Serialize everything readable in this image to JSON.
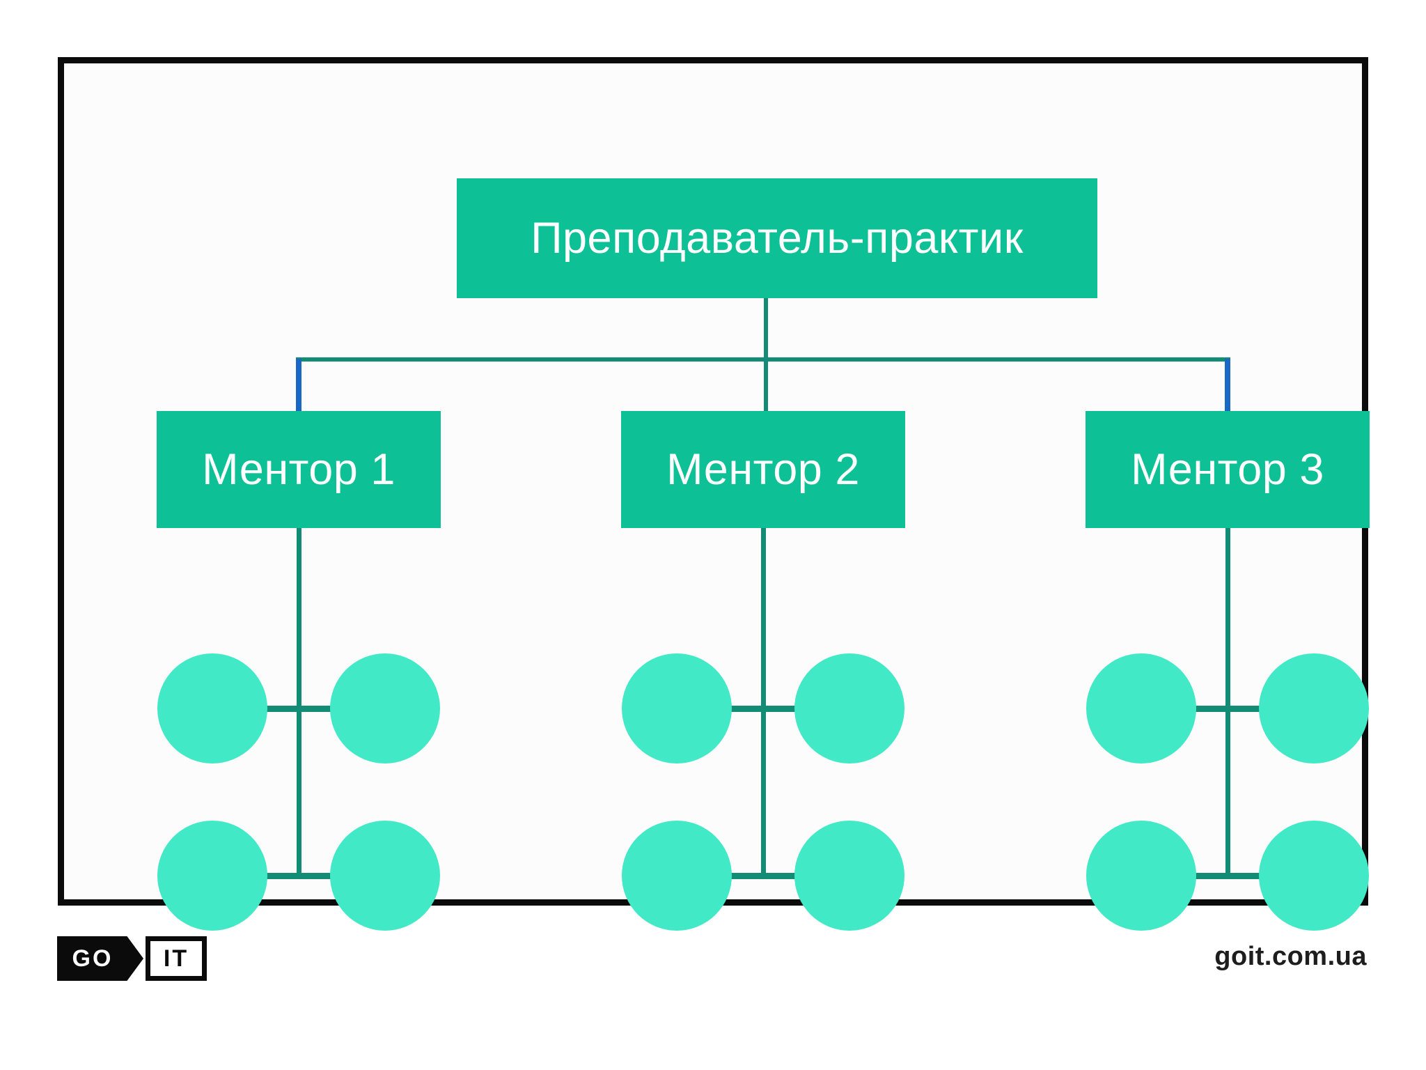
{
  "diagram": {
    "root": {
      "label": "Преподаватель-практик"
    },
    "mentors": [
      {
        "label": "Ментор 1",
        "students": 4
      },
      {
        "label": "Ментор 2",
        "students": 4
      },
      {
        "label": "Ментор 3",
        "students": 4
      }
    ]
  },
  "footer": {
    "logo_go": "GO",
    "logo_it": "IT",
    "website": "goit.com.ua"
  },
  "colors": {
    "node_fill": "#0dc096",
    "student_circle_fill": "#41e9c6",
    "connector_green": "#128c74",
    "connector_blue": "#1b67c6",
    "frame_border": "#0b0b0b",
    "node_text": "#ffffff"
  }
}
